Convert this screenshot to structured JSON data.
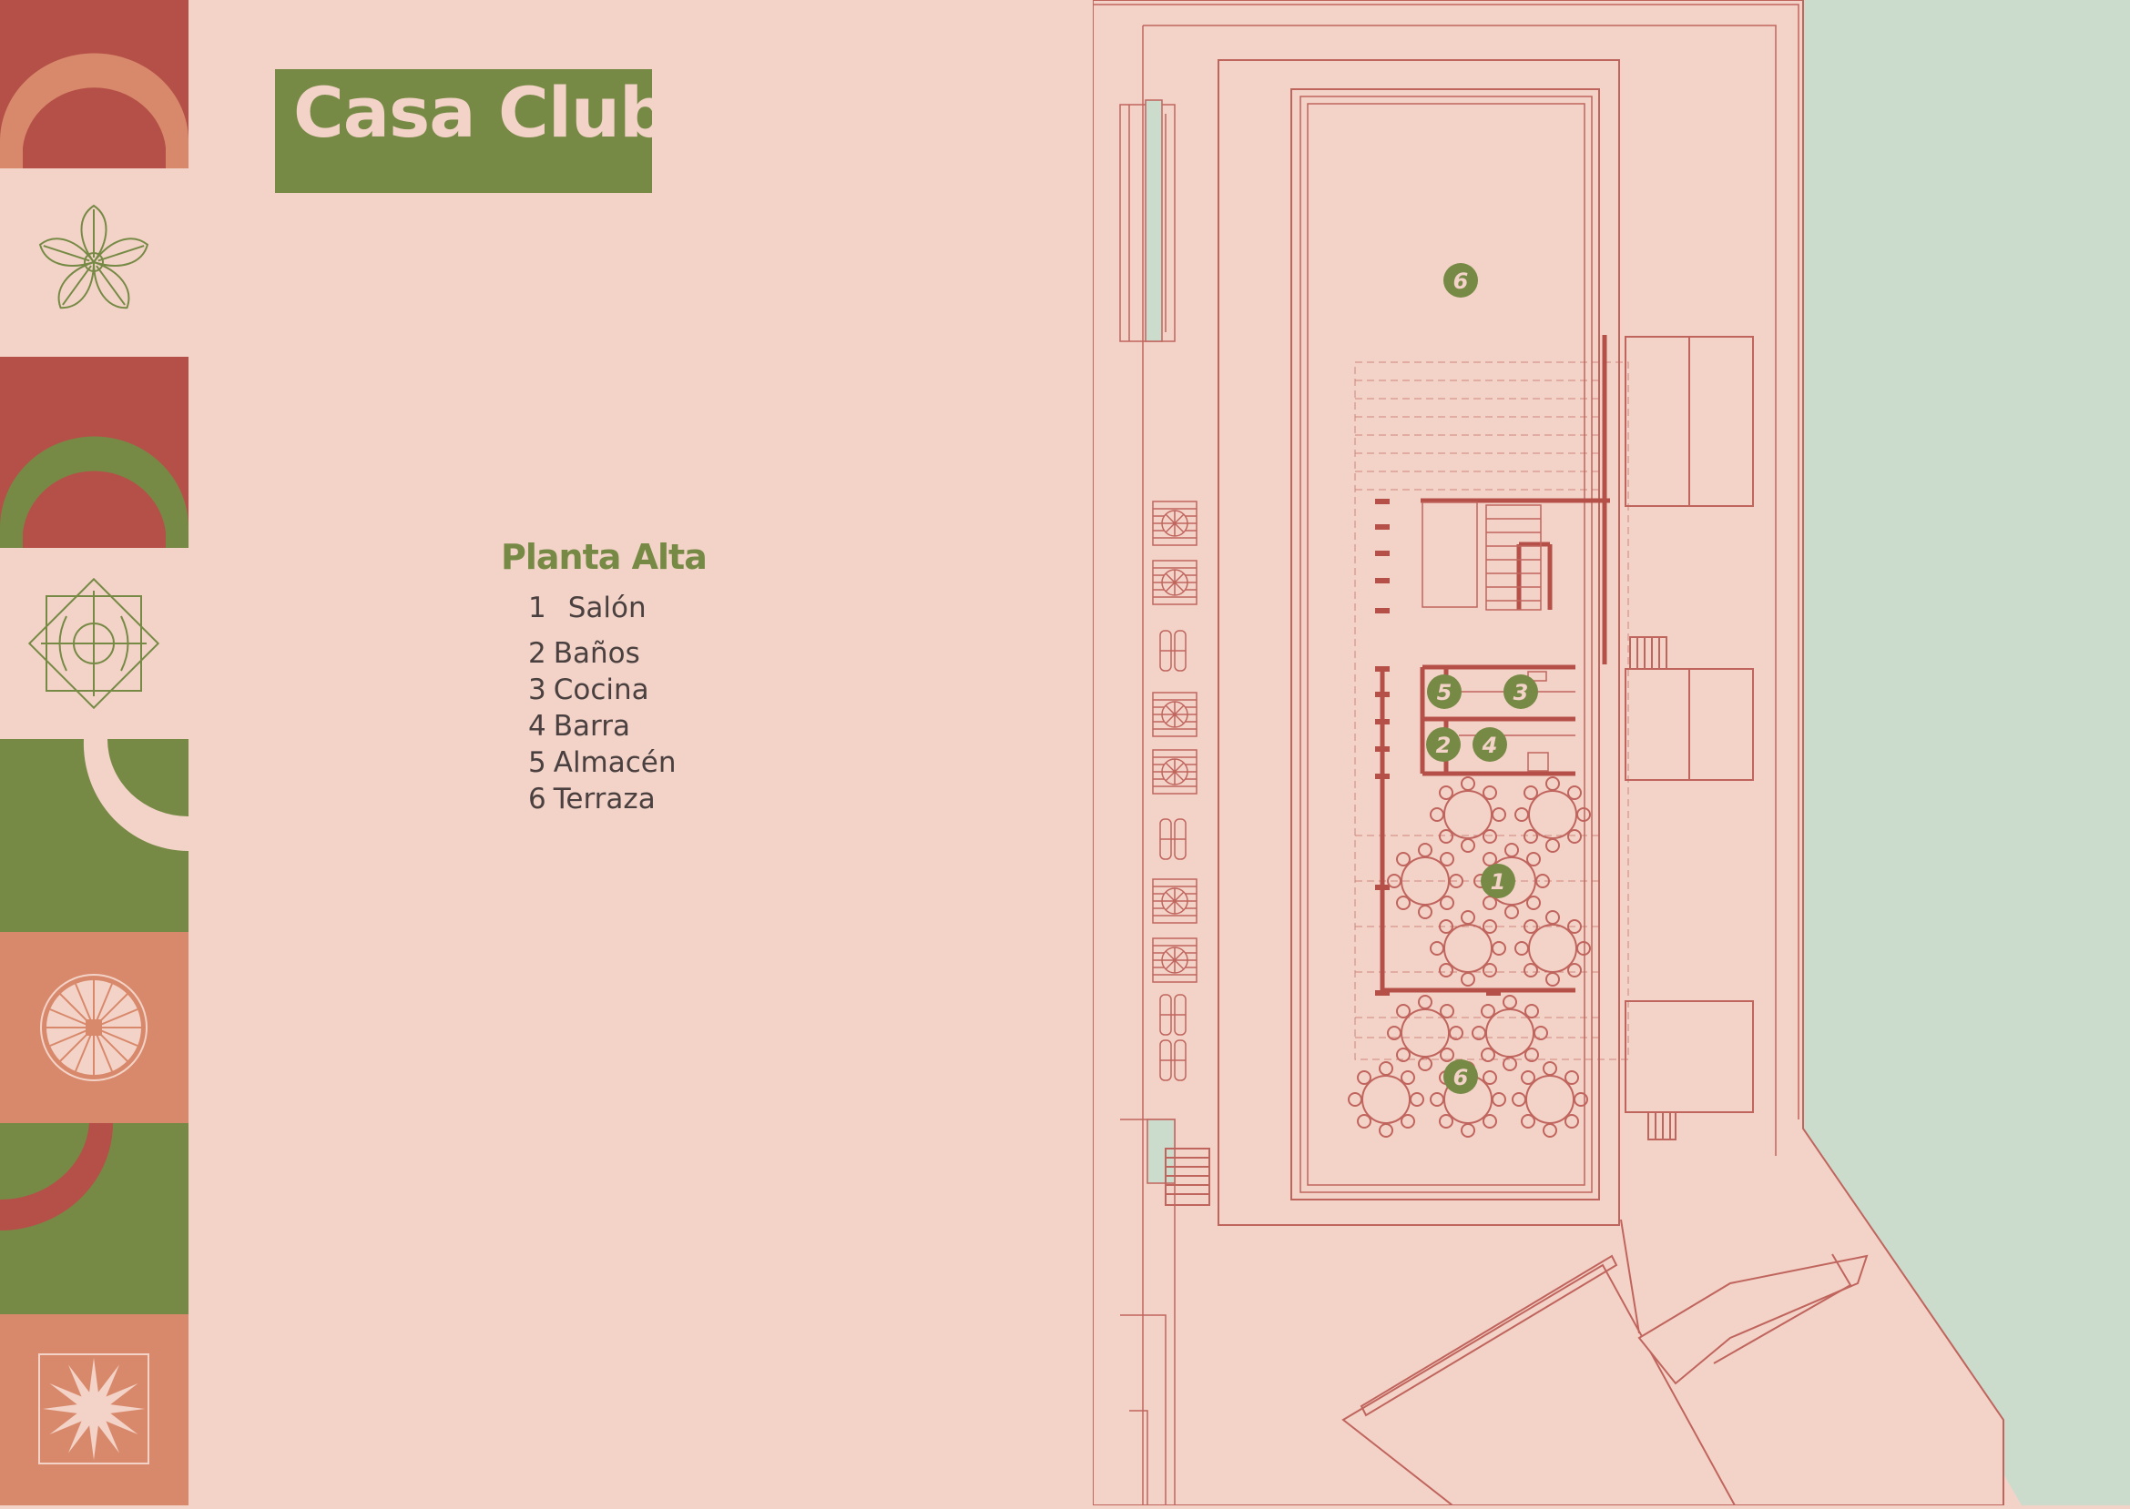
{
  "title": "Casa Club",
  "legend": {
    "title": "Planta Alta",
    "items": [
      {
        "number": "1",
        "label": "Salón"
      },
      {
        "number": "2",
        "label": "Baños"
      },
      {
        "number": "3",
        "label": "Cocina"
      },
      {
        "number": "4",
        "label": "Barra"
      },
      {
        "number": "5",
        "label": "Almacén"
      },
      {
        "number": "6",
        "label": "Terraza"
      }
    ]
  },
  "plan_markers": [
    "6",
    "5",
    "3",
    "2",
    "4",
    "1",
    "6"
  ],
  "colors": {
    "background": "#f3d3c8",
    "green": "#768a45",
    "red": "#b55049",
    "salmon": "#d9896b",
    "mint": "#cbdccd",
    "line": "#c0655e"
  },
  "strip_tiles": [
    "arch-ornament",
    "leaf-star-icon",
    "arch-ornament",
    "floral-tile-icon",
    "quarter-arch-ornament",
    "flower-medallion-icon",
    "quarter-arch-ornament",
    "star-flower-icon"
  ]
}
